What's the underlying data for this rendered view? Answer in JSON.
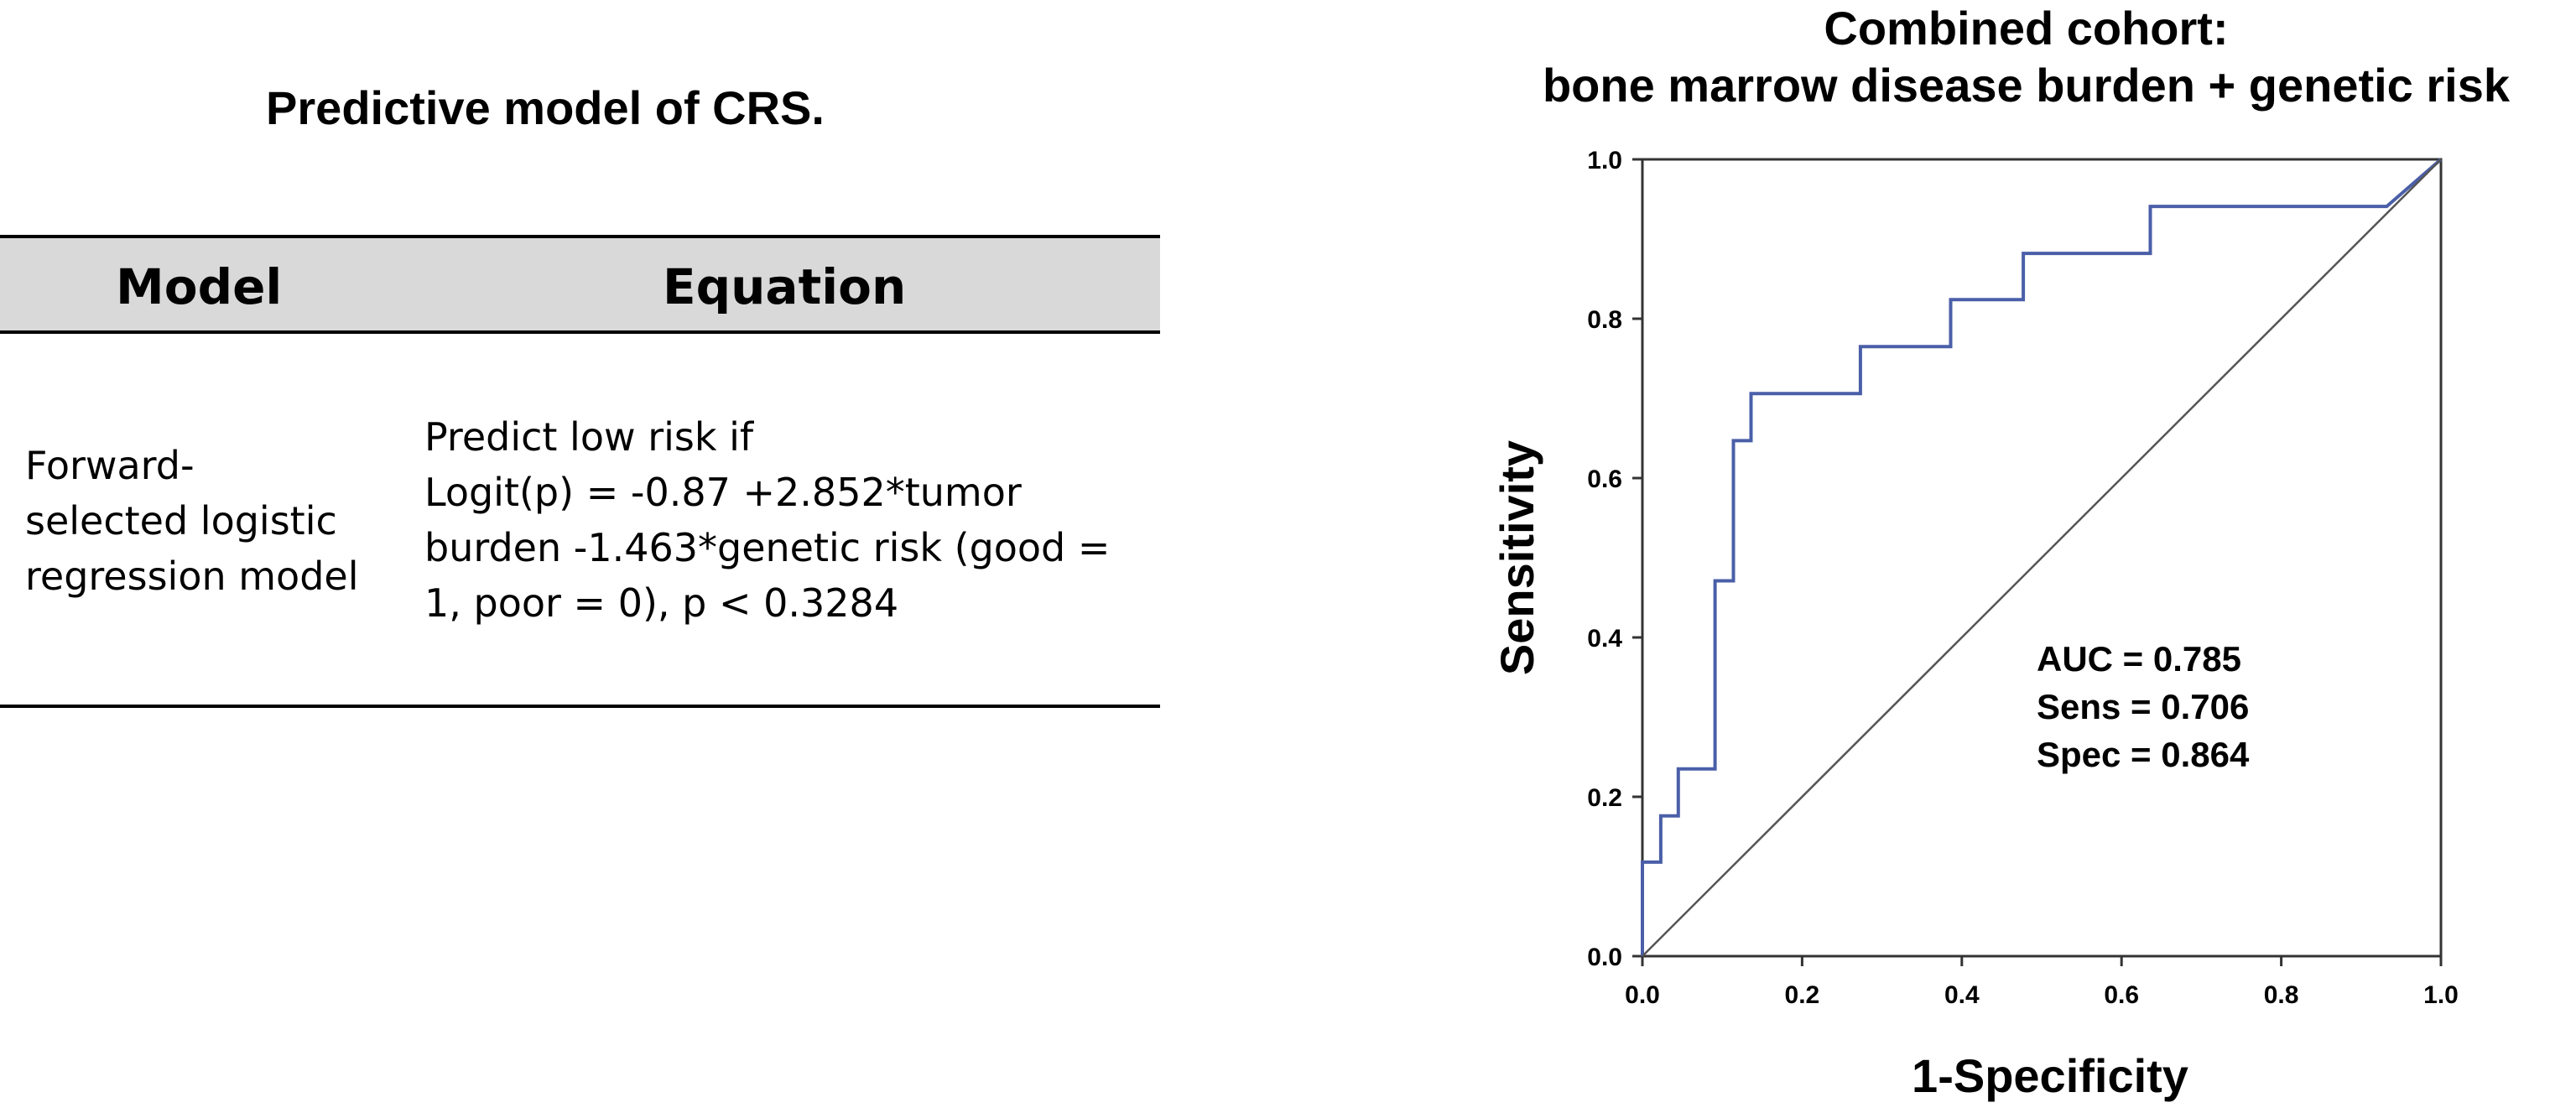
{
  "table": {
    "title": "Predictive model of CRS.",
    "headers": {
      "model": "Model",
      "equation": "Equation"
    },
    "rows": [
      {
        "model": "Forward-\nselected logistic\nregression model",
        "equation": "Predict low risk if\nLogit(p) = -0.87 +2.852*tumor\nburden -1.463*genetic risk (good =\n1, poor = 0), p < 0.3284"
      }
    ]
  },
  "chart_data": {
    "type": "line",
    "title": "Combined cohort:\nbone marrow disease burden + genetic risk",
    "xlabel": "1-Specificity",
    "ylabel": "Sensitivity",
    "xlim": [
      0.0,
      1.0
    ],
    "ylim": [
      0.0,
      1.0
    ],
    "xticks": [
      "0.0",
      "0.2",
      "0.4",
      "0.6",
      "0.8",
      "1.0"
    ],
    "yticks": [
      "0.0",
      "0.2",
      "0.4",
      "0.6",
      "0.8",
      "1.0"
    ],
    "grid": false,
    "series": [
      {
        "color": "#4a5fa8",
        "x": [
          0.0,
          0.0,
          0.023,
          0.023,
          0.045,
          0.045,
          0.091,
          0.091,
          0.114,
          0.114,
          0.136,
          0.136,
          0.273,
          0.273,
          0.386,
          0.386,
          0.477,
          0.477,
          0.636,
          0.636,
          0.932,
          1.0
        ],
        "y": [
          0.0,
          0.118,
          0.118,
          0.176,
          0.176,
          0.235,
          0.235,
          0.471,
          0.471,
          0.647,
          0.647,
          0.706,
          0.706,
          0.765,
          0.765,
          0.824,
          0.824,
          0.882,
          0.882,
          0.941,
          0.941,
          1.0
        ]
      },
      {
        "color": "#555555",
        "x": [
          0.0,
          1.0
        ],
        "y": [
          0.0,
          1.0
        ]
      }
    ],
    "annotations": [
      "AUC = 0.785",
      "Sens = 0.706",
      "Spec = 0.864"
    ]
  }
}
